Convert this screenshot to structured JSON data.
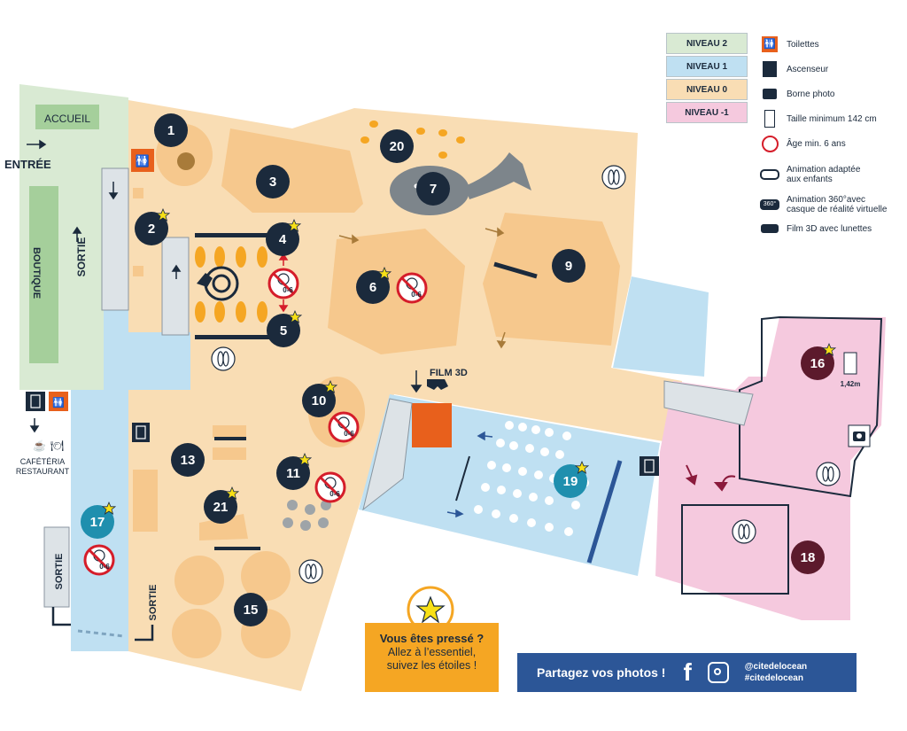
{
  "legend": {
    "levels": [
      {
        "label": "NIVEAU 2",
        "color": "#d9ead3"
      },
      {
        "label": "NIVEAU 1",
        "color": "#bfe0f2"
      },
      {
        "label": "NIVEAU 0",
        "color": "#f9ddb4"
      },
      {
        "label": "NIVEAU -1",
        "color": "#f5c9de"
      }
    ],
    "icons": [
      {
        "icon": "toilet-icon",
        "label": "Toilettes"
      },
      {
        "icon": "elevator-icon",
        "label": "Ascenseur"
      },
      {
        "icon": "camera-icon",
        "label": "Borne photo"
      },
      {
        "icon": "height-icon",
        "label": "Taille minimum 142 cm"
      },
      {
        "icon": "age-restriction-icon",
        "label": "Âge min. 6 ans"
      },
      {
        "icon": "child-glasses-icon",
        "label": "Animation adaptée",
        "label2": "aux enfants"
      },
      {
        "icon": "vr-360-icon",
        "label": "Animation 360°avec",
        "label2": "casque de réalité virtuelle"
      },
      {
        "icon": "3d-glasses-icon",
        "label": "Film 3D avec lunettes"
      }
    ]
  },
  "map": {
    "accueil": "ACCUEIL",
    "entree": "ENTRÉE",
    "boutique": "BOUTIQUE",
    "sortie": "SORTIE",
    "sortie_bottom_left": "SORTIE",
    "sortie_bottom": "SORTIE",
    "cafeteria_line1": "CAFÉTÉRIA",
    "cafeteria_line2": "RESTAURANT",
    "film3d": "FILM 3D",
    "height_label": "1,42m",
    "age_badge": "0-6",
    "room_numbers": [
      "1",
      "2",
      "3",
      "4",
      "5",
      "6",
      "7",
      "9",
      "10",
      "11",
      "13",
      "15",
      "16",
      "17",
      "18",
      "19",
      "20",
      "21"
    ]
  },
  "pressed": {
    "title": "Vous êtes pressé ?",
    "line2": "Allez à l’essentiel,",
    "line3": "suivez les étoiles !"
  },
  "share": {
    "title": "Partagez vos photos !",
    "tag1": "@citedelocean",
    "tag2": "#citedelocean"
  },
  "colors": {
    "level0": "#f9ddb4",
    "level1": "#bfe0f2",
    "level2": "#d9ead3",
    "levelm1": "#f5c9de",
    "navy": "#1b2a3c",
    "teal": "#1f8fae",
    "maroon": "#5c1a2c",
    "orange": "#e8601c",
    "star": "#f8e016",
    "share": "#2c5697",
    "pressed": "#f5a623"
  }
}
